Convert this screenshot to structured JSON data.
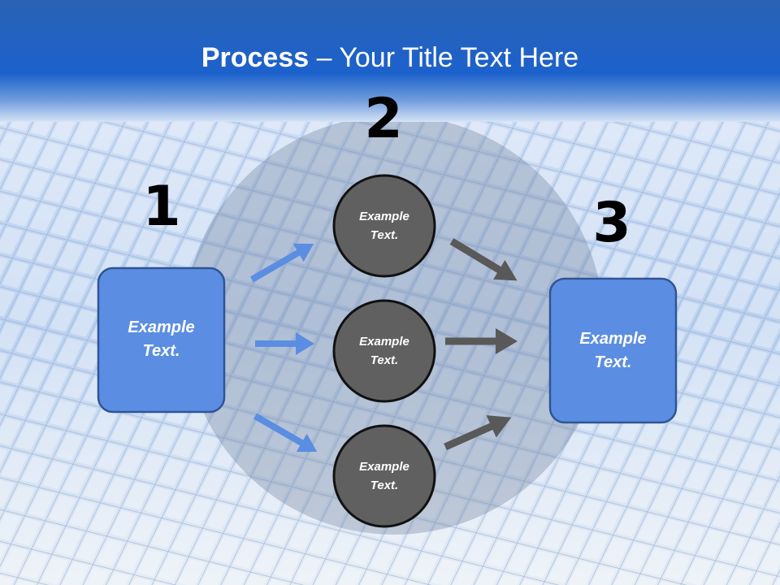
{
  "slide": {
    "title_bold": "Process",
    "title_rest": " – Your Title Text Here"
  },
  "steps": {
    "step1": {
      "number": "1",
      "label_line1": "Example",
      "label_line2": "Text."
    },
    "step2": [
      {
        "label_line1": "Example",
        "label_line2": "Text."
      },
      {
        "label_line1": "Example",
        "label_line2": "Text."
      },
      {
        "label_line1": "Example",
        "label_line2": "Text."
      }
    ],
    "step2_number": "2",
    "step3": {
      "number": "3",
      "label_line1": "Example",
      "label_line2": "Text."
    }
  },
  "colors": {
    "header": "#1f5fbf",
    "box_fill": "#5b8ee2",
    "box_stroke": "#2f5596",
    "circle_fill": "#606060",
    "blue_arrow": "#5b8ee2",
    "gray_arrow": "#595959"
  }
}
